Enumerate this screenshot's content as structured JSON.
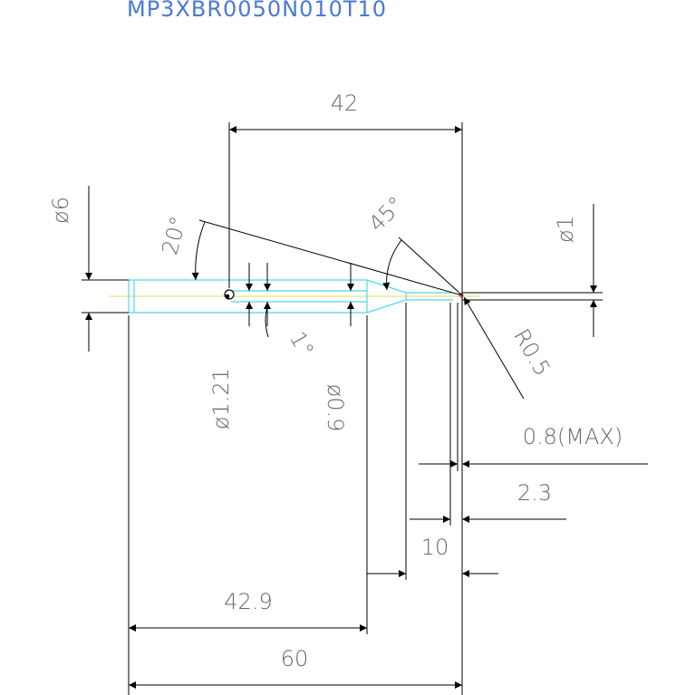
{
  "title": "MP3XBR0050N010T10",
  "dimensions": {
    "overall_length": "60",
    "shank_length": "42.9",
    "ref_length": "42",
    "neck_length": "10",
    "flute_length": "2.3",
    "flute_max": "0.8(MAX)",
    "shank_dia": "ø6",
    "neck_dia": "ø1.21",
    "neck_dia2": "ø0.9",
    "tip_dia": "ø1",
    "corner_radius": "R0.5",
    "taper_angle": "20°",
    "chamfer_angle": "45°",
    "neck_angle": "1°"
  },
  "colors": {
    "title": "#4a78d8",
    "dimension": "#000000",
    "tool_outline": "#4dd8e8",
    "centerline": "#e8e080",
    "text": "#6a6a6a"
  }
}
